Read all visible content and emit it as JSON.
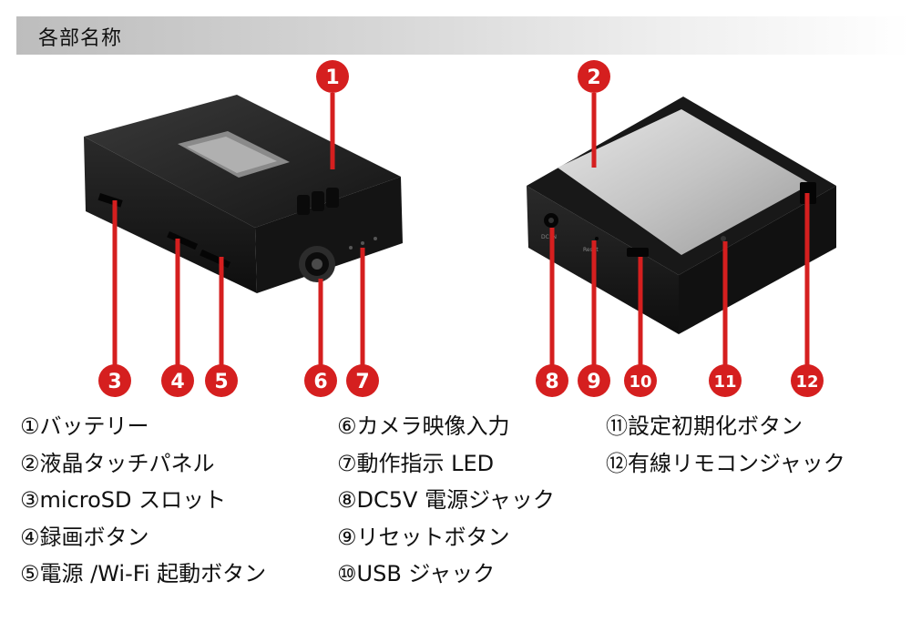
{
  "header": {
    "title": "各部名称"
  },
  "callouts": [
    "1",
    "2",
    "3",
    "4",
    "5",
    "6",
    "7",
    "8",
    "9",
    "10",
    "11",
    "12"
  ],
  "device_text": {
    "reset": "Reset",
    "dcin": "DC IN"
  },
  "parts": {
    "col1": [
      "①バッテリー",
      "②液晶タッチパネル",
      "③microSD スロット",
      "④録画ボタン",
      "⑤電源 /Wi-Fi 起動ボタン"
    ],
    "col2": [
      "⑥カメラ映像入力",
      "⑦動作指示 LED",
      "⑧DC5V 電源ジャック",
      "⑨リセットボタン",
      "⑩USB ジャック"
    ],
    "col3": [
      "⑪設定初期化ボタン",
      "⑫有線リモコンジャック"
    ]
  },
  "colors": {
    "callout": "#d51f1f",
    "device": "#1d1d1d",
    "screen": "#c9c9c9"
  }
}
